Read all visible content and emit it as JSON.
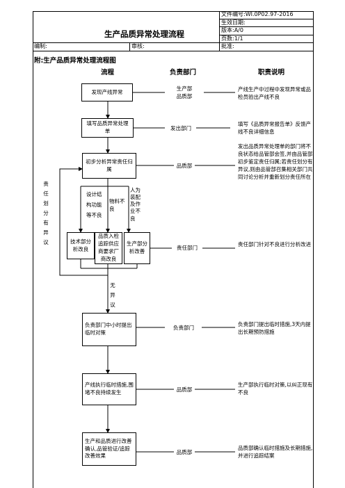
{
  "header": {
    "doc_number": "文件编号:WI.0P02.97-2016",
    "effective_date": "生效日期:",
    "version": "版本:A/0",
    "page": "页数:1/1",
    "title": "生产品质异常处理流程",
    "prepared_by": "编制:",
    "reviewed_by": "审核:",
    "approved_by": "批准:"
  },
  "attachment_title": "附:生产品质异常处理流程图",
  "columns": {
    "flow": "流程",
    "dept": "负责部门",
    "desc": "职责说明"
  },
  "steps": [
    {
      "box": "发现产线异常",
      "dept": "生产部\n品质部",
      "desc": "产线生产中过程中发现异常或品检员验出产线不良"
    },
    {
      "box": "填写品质异常处理单",
      "dept": "发出部门",
      "desc": "填写《品质异常报告单》反馈产线不良详细信息"
    },
    {
      "box": "初步分析异常责任归属",
      "dept": "品质部",
      "desc": "发出品质异常处理单的部门将不良状态给品管部会签,并由品管部初步鉴定责任归属;若责任划分有异议,则由品管部召集相关部门共同讨论分析并重新划分责任所在"
    },
    {
      "dept": "责任部门",
      "desc": "责任部门针对不良进行分析改进"
    },
    {
      "box": "负责部门中小时提出临时对策",
      "dept": "负责部门",
      "desc": "负责部门提出临时措施,3天内提出长期预防措施"
    },
    {
      "box": "产线执行临时措施,围堵不良持续发生",
      "dept": "品质部",
      "desc": "生产部执行临时对策,以纠正现有不良"
    },
    {
      "box": "生产和品质进行改善确认,品管验证/追踪改善效果",
      "dept": "品质部",
      "desc": "品质部确认临时措施及长期措施,并进行追踪结案"
    }
  ],
  "branches": {
    "label_design": "设计结构功能等不良",
    "label_material": "物料不良",
    "label_human": "人为装配及作业不良",
    "box_tech": "技术部分析改良",
    "box_qc": "品质入检追踪供应商要求厂商改良",
    "box_prod": "生产部分析改善"
  },
  "side_labels": {
    "dispute": "责任划分有异议",
    "no_dispute": "无异议"
  }
}
